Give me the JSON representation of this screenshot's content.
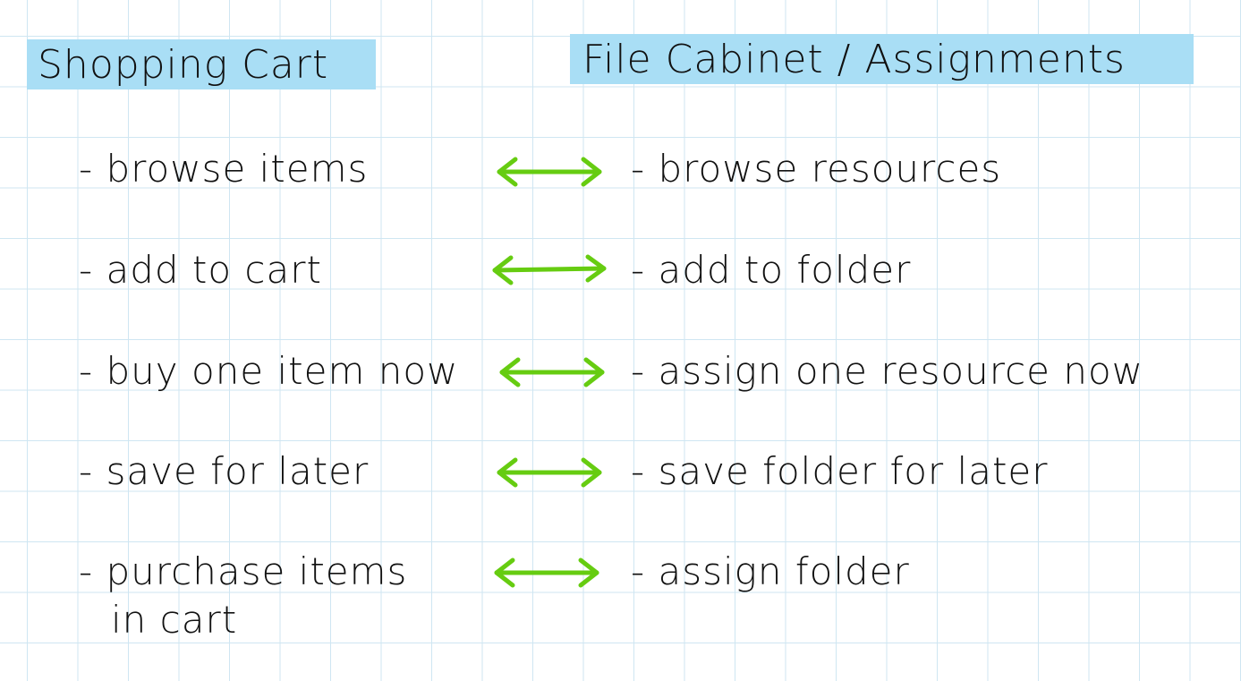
{
  "headers": {
    "left": "Shopping Cart",
    "right": "File Cabinet / Assignments"
  },
  "rows": [
    {
      "left": "- browse items",
      "right": "- browse resources"
    },
    {
      "left": "- add to cart",
      "right": "- add to folder"
    },
    {
      "left": "- buy one item now",
      "right": "- assign one resource now"
    },
    {
      "left": "- save for later",
      "right": "- save folder for later"
    },
    {
      "left": "- purchase items",
      "left_cont": "in cart",
      "right": "- assign folder"
    }
  ],
  "colors": {
    "header_highlight": "#a9def5",
    "arrow": "#66cc11",
    "grid": "#cfe6f2",
    "ink": "#111111"
  }
}
